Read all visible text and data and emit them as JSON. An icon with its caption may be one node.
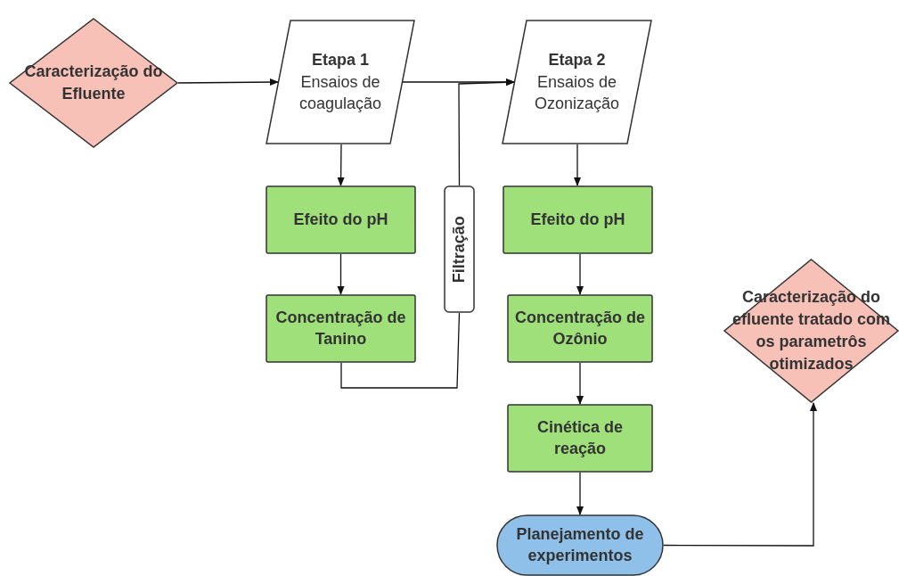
{
  "diagram": {
    "nodes": [
      {
        "text": [
          "Caracterização do Efluente"
        ]
      },
      {
        "text": [
          "Etapa 1",
          "Ensaios de coagulação"
        ]
      },
      {
        "text": [
          "Etapa 2",
          "Ensaios  de Ozonização"
        ]
      },
      {
        "text": [
          "Efeito do pH"
        ]
      },
      {
        "text": [
          "Concentração de Tanino"
        ]
      },
      {
        "text": [
          "Filtração"
        ]
      },
      {
        "text": [
          "Efeito do pH"
        ]
      },
      {
        "text": [
          "Concentração de Ozônio"
        ]
      },
      {
        "text": [
          "Cinética de reação"
        ]
      },
      {
        "text": [
          "Planejamento de experimentos"
        ]
      },
      {
        "text": [
          "Caracterização do efluente tratado com os parametrôs otimizados"
        ]
      }
    ],
    "edges": [
      {
        "from": 0,
        "to": 1,
        "arrow": "to"
      },
      {
        "from": 1,
        "to": 2,
        "arrow": "to"
      },
      {
        "from": 1,
        "to": 3,
        "arrow": "to"
      },
      {
        "from": 3,
        "to": 4,
        "arrow": "to"
      },
      {
        "from": 2,
        "to": 6,
        "arrow": "to"
      },
      {
        "from": 6,
        "to": 7,
        "arrow": "to"
      },
      {
        "from": 7,
        "to": 8,
        "arrow": "to"
      },
      {
        "from": 8,
        "to": 9,
        "arrow": "to"
      },
      {
        "from": 4,
        "to": 5,
        "arrow": "none"
      },
      {
        "from": 5,
        "to": 2,
        "arrow": "to"
      },
      {
        "from": 9,
        "to": 10,
        "arrow": "to"
      }
    ]
  }
}
